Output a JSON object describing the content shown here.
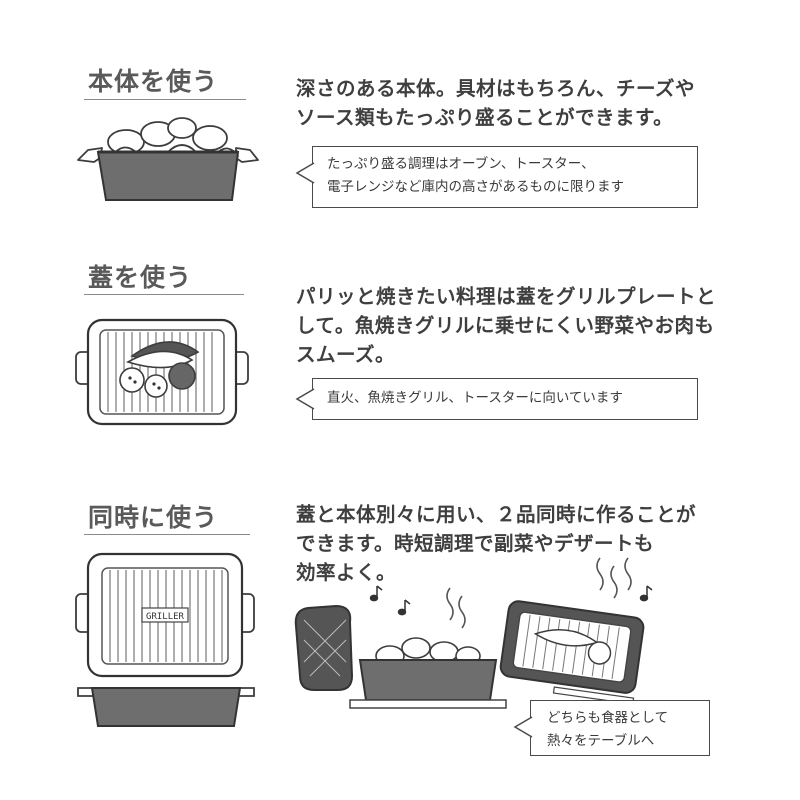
{
  "sections": [
    {
      "title": "本体を使う",
      "desc_lines": [
        "深さのある本体。具材はもちろん、チーズや",
        "ソース類もたっぷり盛ることができます。"
      ],
      "note_lines": [
        "たっぷり盛る調理はオーブン、トースター、",
        "電子レンジなど庫内の高さがあるものに限ります"
      ]
    },
    {
      "title": "蓋を使う",
      "desc_lines": [
        "パリッと焼きたい料理は蓋をグリルプレートと",
        "して。魚焼きグリルに乗せにくい野菜やお肉も",
        "スムーズ。"
      ],
      "note_lines": [
        "直火、魚焼きグリル、トースターに向いています"
      ]
    },
    {
      "title": "同時に使う",
      "desc_lines": [
        "蓋と本体別々に用い、２品同時に作ることが",
        "できます。時短調理で副菜やデザートも",
        "効率よく。"
      ],
      "note_lines": [
        "どちらも食器として",
        "熱々をテーブルへ"
      ]
    }
  ],
  "illustrations": {
    "lid_brand": "GRILLER"
  }
}
